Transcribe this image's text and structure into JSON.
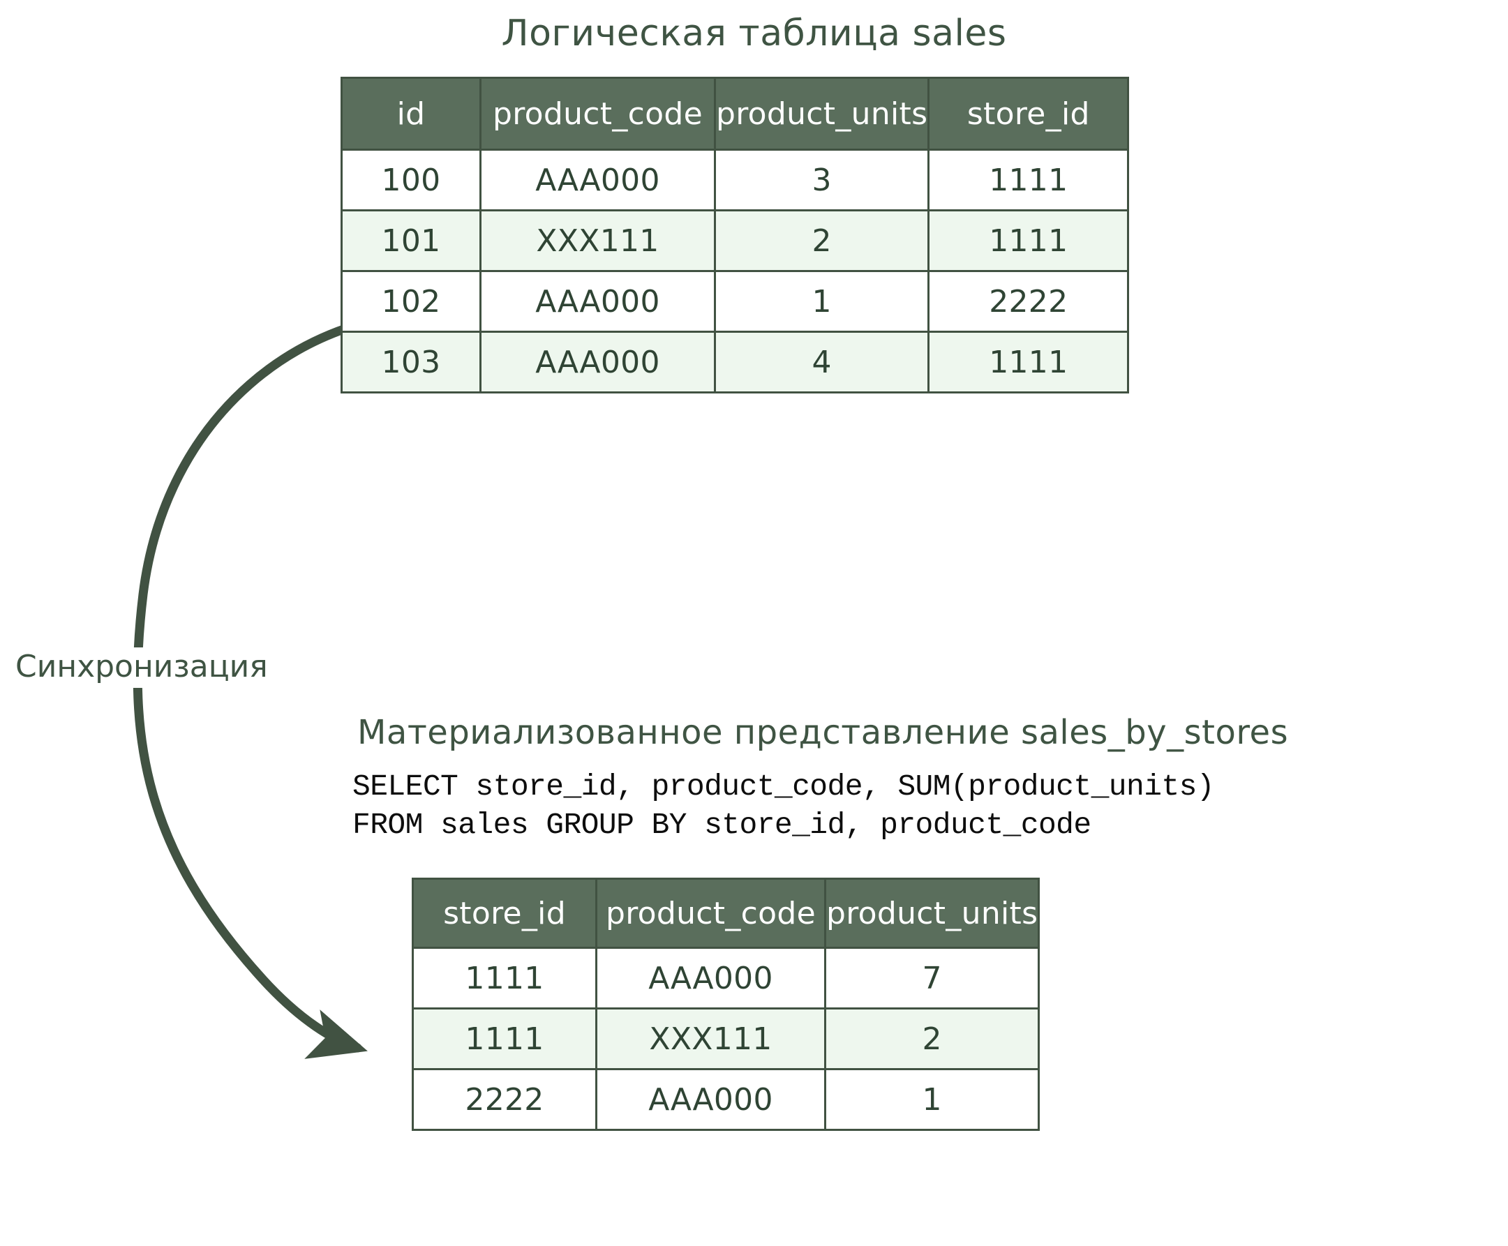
{
  "diagram": {
    "background": "#ffffff",
    "accent_color": "#5a6e5c",
    "border_color": "#415242",
    "text_color": "#2f4434",
    "alt_row_color": "#eef7ee",
    "header_text_color": "#ffffff",
    "sql_text_color": "#0d0d0d"
  },
  "logical_table": {
    "title": "Логическая таблица sales",
    "columns": [
      "id",
      "product_code",
      "product_units",
      "store_id"
    ],
    "rows": [
      [
        "100",
        "AAA000",
        "3",
        "1111"
      ],
      [
        "101",
        "XXX111",
        "2",
        "1111"
      ],
      [
        "102",
        "AAA000",
        "1",
        "2222"
      ],
      [
        "103",
        "AAA000",
        "4",
        "1111"
      ]
    ]
  },
  "sync": {
    "label": "Синхронизация",
    "arrow_from": "logical_table",
    "arrow_to": "materialized_view"
  },
  "materialized_view": {
    "title": "Материализованное представление sales_by_stores",
    "sql_line_1": "SELECT store_id, product_code, SUM(product_units)",
    "sql_line_2": "FROM sales GROUP BY store_id, product_code",
    "columns": [
      "store_id",
      "product_code",
      "product_units"
    ],
    "rows": [
      [
        "1111",
        "AAA000",
        "7"
      ],
      [
        "1111",
        "XXX111",
        "2"
      ],
      [
        "2222",
        "AAA000",
        "1"
      ]
    ]
  }
}
